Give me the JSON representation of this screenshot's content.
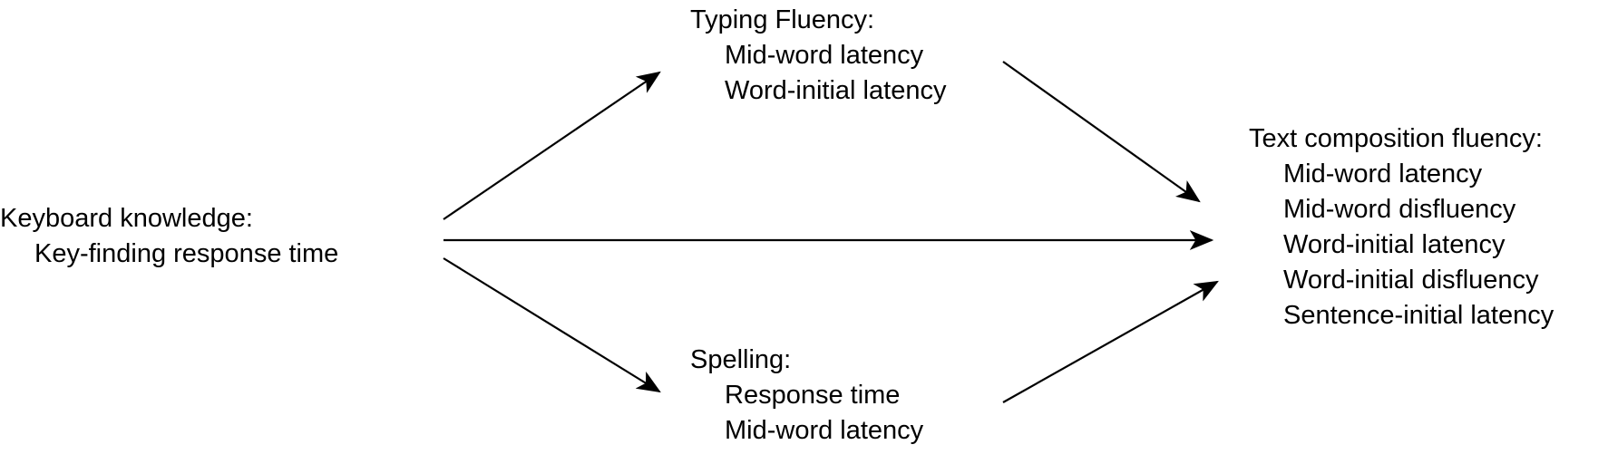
{
  "nodes": {
    "keyboard": {
      "title": "Keyboard knowledge:",
      "items": [
        "Key-finding response time"
      ]
    },
    "typing": {
      "title": "Typing Fluency:",
      "items": [
        "Mid-word latency",
        "Word-initial latency"
      ]
    },
    "spelling": {
      "title": "Spelling:",
      "items": [
        "Response time",
        "Mid-word latency"
      ]
    },
    "text": {
      "title": "Text composition fluency:",
      "items": [
        "Mid-word latency",
        "Mid-word disfluency",
        "Word-initial latency",
        "Word-initial disfluency",
        "Sentence-initial latency"
      ]
    }
  },
  "edges": [
    {
      "from": "keyboard",
      "to": "typing"
    },
    {
      "from": "keyboard",
      "to": "text"
    },
    {
      "from": "keyboard",
      "to": "spelling"
    },
    {
      "from": "typing",
      "to": "text"
    },
    {
      "from": "spelling",
      "to": "text"
    }
  ],
  "colors": {
    "line": "#000000",
    "text": "#000000",
    "background": "#ffffff"
  }
}
